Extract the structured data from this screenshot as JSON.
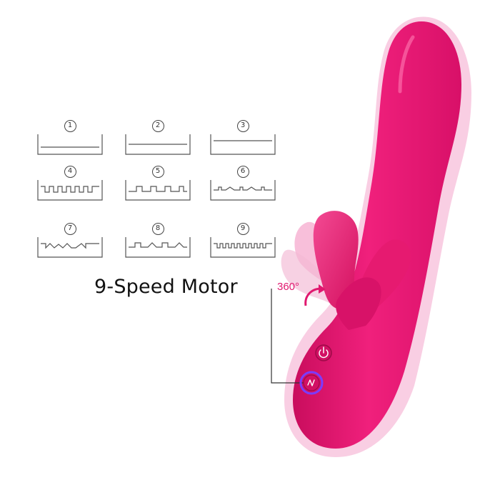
{
  "patterns": {
    "items": [
      {
        "number": "1"
      },
      {
        "number": "2"
      },
      {
        "number": "3"
      },
      {
        "number": "4"
      },
      {
        "number": "5"
      },
      {
        "number": "6"
      },
      {
        "number": "7"
      },
      {
        "number": "8"
      },
      {
        "number": "9"
      }
    ]
  },
  "labels": {
    "motor": "9-Speed Motor",
    "rotation": "360°"
  },
  "device": {
    "color": "#e8136e",
    "glow_color": "#f6b6d6",
    "ring_color": "#7a3cff",
    "power_icon": "power-icon",
    "mode_icon": "vibration-mode-icon"
  }
}
